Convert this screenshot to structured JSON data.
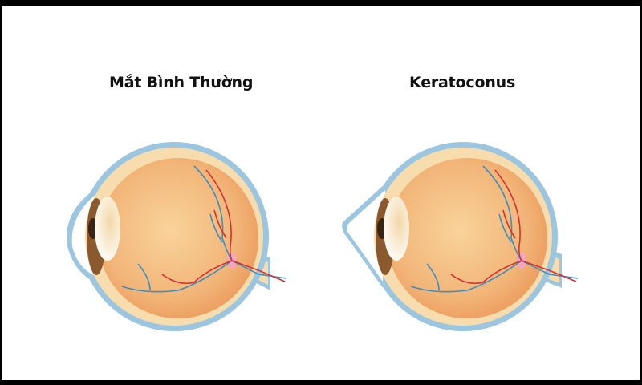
{
  "panels": [
    {
      "id": "normal",
      "title": "Mắt Bình Thường",
      "figure": "normal-eye-cross-section"
    },
    {
      "id": "keratoconus",
      "title": "Keratoconus",
      "figure": "keratoconus-eye-cross-section"
    }
  ],
  "colors": {
    "frame": "#000000",
    "background": "#ffffff",
    "sclera_outline": "#9cc6e0",
    "choroid_layer": "#f7dcae",
    "vitreous_center": "#f9d39b",
    "vitreous_edge": "#ec9a5c",
    "iris": "#8a5a2e",
    "pupil": "#3b2414",
    "lens": "#fbf2dc",
    "artery": "#d83030",
    "vein": "#3d8ec0",
    "optic_disc": "#f4a6c0"
  }
}
